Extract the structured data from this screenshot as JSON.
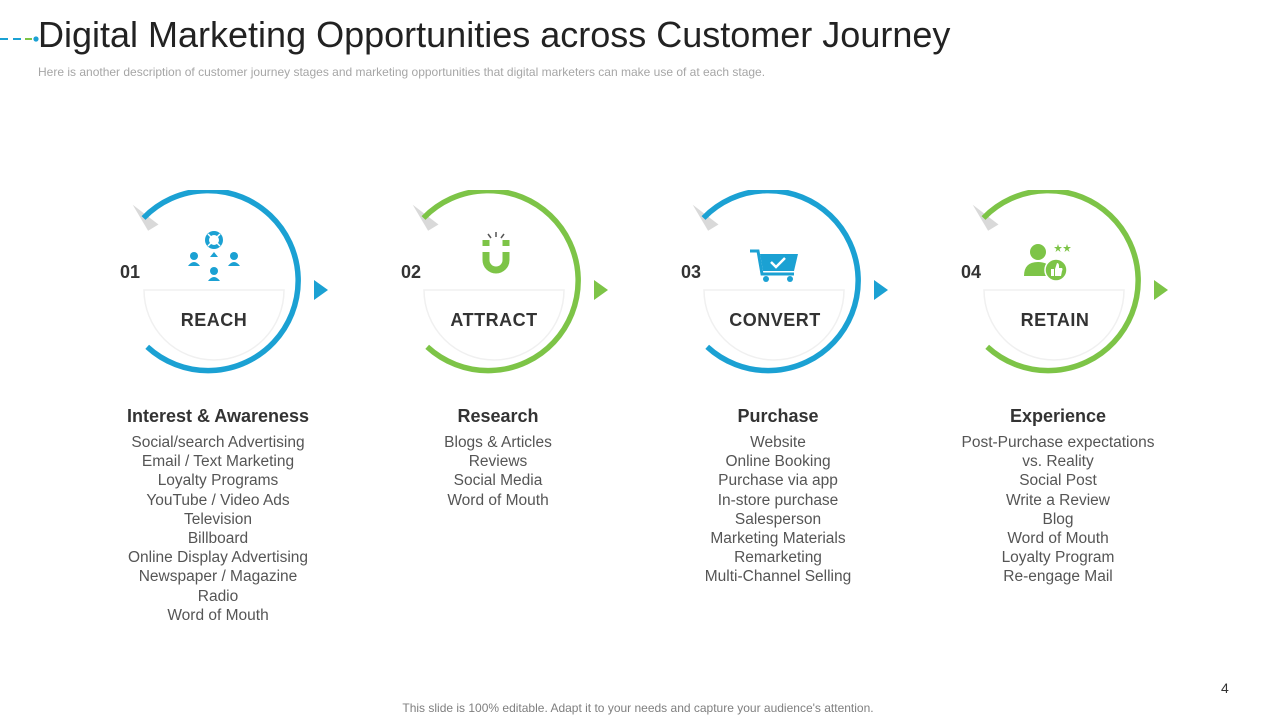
{
  "slide": {
    "title": "Digital Marketing Opportunities across Customer Journey",
    "subtitle": "Here is another description of customer journey stages and marketing opportunities that digital marketers can make use of at each stage.",
    "footer": "This slide is 100% editable. Adapt it to your needs and capture your audience's attention.",
    "page_number": "4"
  },
  "colors": {
    "blue": "#1ba1d3",
    "green": "#7dc447",
    "text": "#333333",
    "muted": "#555555"
  },
  "stages": [
    {
      "number": "01",
      "label": "REACH",
      "heading": "Interest & Awareness",
      "icon": "people-network-icon",
      "items": [
        "Social/search Advertising",
        "Email / Text Marketing",
        "Loyalty Programs",
        "YouTube  / Video Ads",
        "Television",
        "Billboard",
        "Online Display Advertising",
        "Newspaper / Magazine",
        "Radio",
        "Word of Mouth"
      ]
    },
    {
      "number": "02",
      "label": "ATTRACT",
      "heading": "Research",
      "icon": "magnet-icon",
      "items": [
        "Blogs & Articles",
        "Reviews",
        "Social Media",
        "Word of Mouth"
      ]
    },
    {
      "number": "03",
      "label": "CONVERT",
      "heading": "Purchase",
      "icon": "shopping-cart-check-icon",
      "items": [
        "Website",
        "Online Booking",
        "Purchase via app",
        "In-store purchase",
        "Salesperson",
        "Marketing Materials",
        "Remarketing",
        "Multi-Channel  Selling"
      ]
    },
    {
      "number": "04",
      "label": "RETAIN",
      "heading": "Experience",
      "icon": "user-thumbs-up-icon",
      "items": [
        "Post-Purchase expectations",
        "vs. Reality",
        "Social Post",
        "Write a Review",
        "Blog",
        "Word of Mouth",
        "Loyalty Program",
        "Re-engage Mail"
      ]
    }
  ]
}
